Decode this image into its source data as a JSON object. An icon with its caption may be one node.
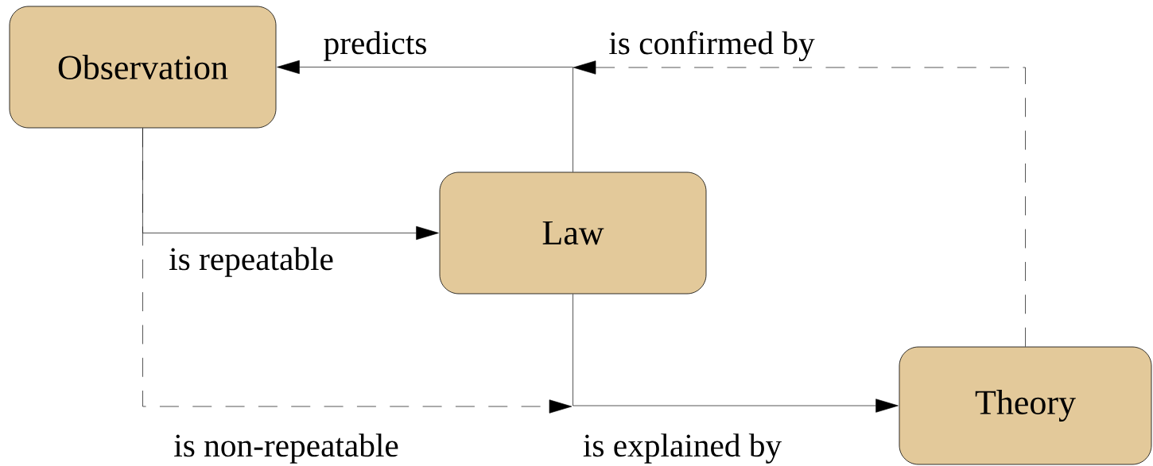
{
  "diagram": {
    "nodes": [
      {
        "text": [
          "Observation"
        ]
      },
      {
        "text": [
          "Law"
        ]
      },
      {
        "text": [
          "Theory"
        ]
      }
    ],
    "edges": [
      {
        "from": 1,
        "to": 0,
        "arrow": "to",
        "label": "predicts"
      },
      {
        "from": 0,
        "to": 1,
        "arrow": "to",
        "label": "is repeatable"
      },
      {
        "from": 1,
        "to": 2,
        "arrow": "to",
        "label": "is explained by"
      },
      {
        "from": 2,
        "to": null,
        "arrow": "to",
        "label": "is confirmed by",
        "style": "dashed"
      },
      {
        "from": 0,
        "to": null,
        "arrow": "to",
        "label": "is non-repeatable",
        "style": "dashed"
      }
    ]
  }
}
